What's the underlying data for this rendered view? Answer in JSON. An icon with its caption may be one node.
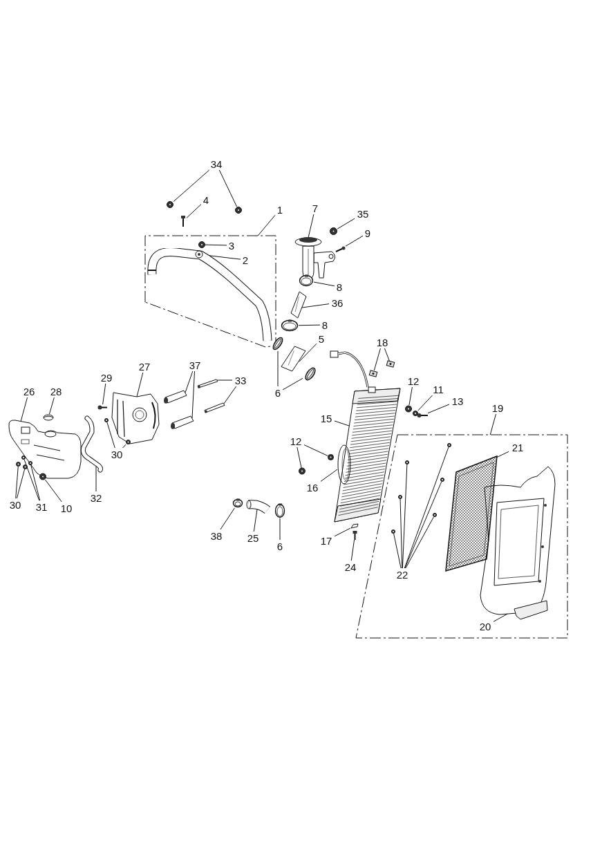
{
  "diagram": {
    "nodes": [
      {
        "text": [
          "34"
        ]
      },
      {
        "text": [],
        "shape": "circle"
      },
      {
        "text": [],
        "shape": "circle"
      },
      {
        "text": [
          "4"
        ]
      },
      {
        "text": [],
        "shape": "picture"
      },
      {
        "text": [
          "1"
        ]
      },
      {
        "text": [],
        "shape": "box"
      },
      {
        "text": [
          "3"
        ],
        "in": 6
      },
      {
        "text": [],
        "shape": "circle",
        "in": 6
      },
      {
        "text": [
          "2"
        ],
        "in": 6
      },
      {
        "text": [],
        "shape": "picture",
        "in": 6
      },
      {
        "text": [
          "7"
        ]
      },
      {
        "text": [],
        "shape": "picture"
      },
      {
        "text": [
          "35"
        ]
      },
      {
        "text": [],
        "shape": "circle"
      },
      {
        "text": [
          "9"
        ]
      },
      {
        "text": [],
        "shape": "picture"
      },
      {
        "text": [
          "8"
        ]
      },
      {
        "text": [],
        "shape": "picture"
      },
      {
        "text": [
          "36"
        ]
      },
      {
        "text": [],
        "shape": "picture"
      },
      {
        "text": [
          "8"
        ]
      },
      {
        "text": [],
        "shape": "picture"
      },
      {
        "text": [
          "5"
        ]
      },
      {
        "text": [],
        "shape": "picture"
      },
      {
        "text": [],
        "shape": "picture"
      },
      {
        "text": [],
        "shape": "picture"
      },
      {
        "text": [
          "6"
        ]
      },
      {
        "text": [
          "18"
        ]
      },
      {
        "text": [],
        "shape": "picture"
      },
      {
        "text": [],
        "shape": "picture"
      },
      {
        "text": [
          "12"
        ]
      },
      {
        "text": [],
        "shape": "circle"
      },
      {
        "text": [
          "11"
        ]
      },
      {
        "text": [],
        "shape": "circle"
      },
      {
        "text": [
          "13"
        ]
      },
      {
        "text": [],
        "shape": "picture"
      },
      {
        "text": [],
        "shape": "picture"
      },
      {
        "text": [
          "15"
        ]
      },
      {
        "text": [
          "12"
        ]
      },
      {
        "text": [],
        "shape": "circle"
      },
      {
        "text": [],
        "shape": "circle"
      },
      {
        "text": [],
        "shape": "picture",
        "in": 37
      },
      {
        "text": [
          "16"
        ]
      },
      {
        "text": [
          "17"
        ]
      },
      {
        "text": [],
        "shape": "picture"
      },
      {
        "text": [
          "24"
        ]
      },
      {
        "text": [],
        "shape": "picture"
      },
      {
        "text": [
          "19"
        ]
      },
      {
        "text": [],
        "shape": "box"
      },
      {
        "text": [
          "21"
        ],
        "in": 49
      },
      {
        "text": [],
        "shape": "picture",
        "in": 49
      },
      {
        "text": [],
        "shape": "circle",
        "in": 49
      },
      {
        "text": [],
        "shape": "circle",
        "in": 49
      },
      {
        "text": [],
        "shape": "circle",
        "in": 49
      },
      {
        "text": [],
        "shape": "circle",
        "in": 49
      },
      {
        "text": [],
        "shape": "circle",
        "in": 49
      },
      {
        "text": [],
        "shape": "circle",
        "in": 49
      },
      {
        "text": [
          "22"
        ],
        "in": 49
      },
      {
        "text": [
          "20"
        ],
        "in": 49
      },
      {
        "text": [],
        "shape": "picture",
        "in": 49
      },
      {
        "text": [
          "26"
        ]
      },
      {
        "text": [],
        "shape": "picture"
      },
      {
        "text": [
          "28"
        ]
      },
      {
        "text": [],
        "shape": "picture",
        "in": 62
      },
      {
        "text": [
          "29"
        ]
      },
      {
        "text": [],
        "shape": "picture"
      },
      {
        "text": [
          "27"
        ]
      },
      {
        "text": [],
        "shape": "picture"
      },
      {
        "text": [
          "37"
        ]
      },
      {
        "text": [],
        "shape": "picture"
      },
      {
        "text": [],
        "shape": "picture"
      },
      {
        "text": [
          "33"
        ]
      },
      {
        "text": [],
        "shape": "picture"
      },
      {
        "text": [],
        "shape": "picture"
      },
      {
        "text": [
          "30"
        ]
      },
      {
        "text": [],
        "shape": "circle"
      },
      {
        "text": [],
        "shape": "circle",
        "in": 68
      },
      {
        "text": [],
        "shape": "picture"
      },
      {
        "text": [
          "32"
        ]
      },
      {
        "text": [
          "30"
        ]
      },
      {
        "text": [],
        "shape": "circle",
        "in": 62
      },
      {
        "text": [],
        "shape": "circle",
        "in": 62
      },
      {
        "text": [
          "31"
        ]
      },
      {
        "text": [],
        "shape": "circle",
        "in": 62
      },
      {
        "text": [],
        "shape": "circle",
        "in": 62
      },
      {
        "text": [
          "10"
        ]
      },
      {
        "text": [],
        "shape": "circle",
        "in": 62
      },
      {
        "text": [
          "38"
        ]
      },
      {
        "text": [],
        "shape": "picture"
      },
      {
        "text": [
          "25"
        ]
      },
      {
        "text": [],
        "shape": "picture"
      },
      {
        "text": [
          "6"
        ]
      },
      {
        "text": [],
        "shape": "picture"
      }
    ],
    "edges": [
      {
        "from": 0,
        "to": 1,
        "arrow": "none"
      },
      {
        "from": 0,
        "to": 2,
        "arrow": "none"
      },
      {
        "from": 3,
        "to": 4,
        "arrow": "none"
      },
      {
        "from": 5,
        "to": 6,
        "arrow": "none"
      },
      {
        "from": 7,
        "to": 8,
        "arrow": "none"
      },
      {
        "from": 9,
        "to": 10,
        "arrow": "none"
      },
      {
        "from": 11,
        "to": 12,
        "arrow": "none"
      },
      {
        "from": 13,
        "to": 14,
        "arrow": "none"
      },
      {
        "from": 15,
        "to": 16,
        "arrow": "none"
      },
      {
        "from": 17,
        "to": 18,
        "arrow": "none"
      },
      {
        "from": 19,
        "to": 20,
        "arrow": "none"
      },
      {
        "from": 21,
        "to": 22,
        "arrow": "none"
      },
      {
        "from": 23,
        "to": 24,
        "arrow": "none"
      },
      {
        "from": 27,
        "to": 25,
        "arrow": "none"
      },
      {
        "from": 27,
        "to": 26,
        "arrow": "none"
      },
      {
        "from": 28,
        "to": 29,
        "arrow": "none"
      },
      {
        "from": 28,
        "to": 30,
        "arrow": "none"
      },
      {
        "from": 31,
        "to": 32,
        "arrow": "none"
      },
      {
        "from": 33,
        "to": 34,
        "arrow": "none"
      },
      {
        "from": 35,
        "to": 36,
        "arrow": "none"
      },
      {
        "from": 38,
        "to": 37,
        "arrow": "none"
      },
      {
        "from": 39,
        "to": 40,
        "arrow": "none"
      },
      {
        "from": 39,
        "to": 41,
        "arrow": "none"
      },
      {
        "from": 43,
        "to": 42,
        "arrow": "none"
      },
      {
        "from": 44,
        "to": 45,
        "arrow": "none"
      },
      {
        "from": 46,
        "to": 47,
        "arrow": "none"
      },
      {
        "from": 48,
        "to": 49,
        "arrow": "none"
      },
      {
        "from": 50,
        "to": 51,
        "arrow": "none"
      },
      {
        "from": 58,
        "to": 52,
        "arrow": "none"
      },
      {
        "from": 58,
        "to": 53,
        "arrow": "none"
      },
      {
        "from": 58,
        "to": 54,
        "arrow": "none"
      },
      {
        "from": 58,
        "to": 55,
        "arrow": "none"
      },
      {
        "from": 58,
        "to": 56,
        "arrow": "none"
      },
      {
        "from": 58,
        "to": 57,
        "arrow": "none"
      },
      {
        "from": 59,
        "to": 60,
        "arrow": "none"
      },
      {
        "from": 61,
        "to": 62,
        "arrow": "none"
      },
      {
        "from": 63,
        "to": 64,
        "arrow": "none"
      },
      {
        "from": 65,
        "to": 66,
        "arrow": "none"
      },
      {
        "from": 67,
        "to": 68,
        "arrow": "none"
      },
      {
        "from": 69,
        "to": 70,
        "arrow": "none"
      },
      {
        "from": 69,
        "to": 71,
        "arrow": "none"
      },
      {
        "from": 72,
        "to": 73,
        "arrow": "none"
      },
      {
        "from": 72,
        "to": 74,
        "arrow": "none"
      },
      {
        "from": 75,
        "to": 76,
        "arrow": "none"
      },
      {
        "from": 75,
        "to": 77,
        "arrow": "none"
      },
      {
        "from": 79,
        "to": 78,
        "arrow": "none"
      },
      {
        "from": 80,
        "to": 81,
        "arrow": "none"
      },
      {
        "from": 80,
        "to": 82,
        "arrow": "none"
      },
      {
        "from": 83,
        "to": 84,
        "arrow": "none"
      },
      {
        "from": 83,
        "to": 85,
        "arrow": "none"
      },
      {
        "from": 86,
        "to": 87,
        "arrow": "none"
      },
      {
        "from": 88,
        "to": 89,
        "arrow": "none"
      },
      {
        "from": 90,
        "to": 91,
        "arrow": "none"
      },
      {
        "from": 92,
        "to": 93,
        "arrow": "none"
      }
    ]
  }
}
